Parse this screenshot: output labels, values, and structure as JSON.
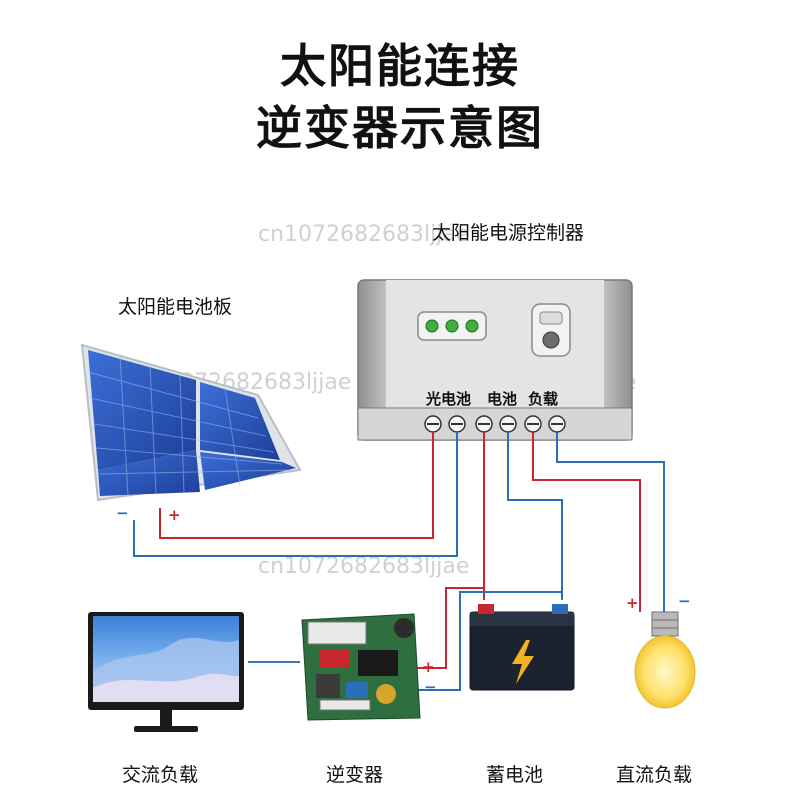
{
  "title": {
    "line1": "太阳能连接",
    "line2": "逆变器示意图"
  },
  "labels": {
    "controller": "太阳能电源控制器",
    "solar_panel": "太阳能电池板",
    "ac_load": "交流负载",
    "inverter": "逆变器",
    "battery": "蓄电池",
    "dc_load": "直流负载"
  },
  "controller_terminals": {
    "pv": "光电池",
    "battery": "电池",
    "load": "负载"
  },
  "poles": {
    "panel_negative": "−",
    "panel_positive": "+",
    "inverter_positive": "+",
    "inverter_negative": "−",
    "dc_load_positive": "+",
    "dc_load_negative": "−"
  },
  "watermark": "cn1072682683ljjae",
  "colors": {
    "positive_wire": "#c8282d",
    "negative_wire": "#2a6fb8",
    "ac_wire": "#3a7ab8"
  },
  "icons": {
    "solar_panel": "solar-panel-icon",
    "controller": "charge-controller-icon",
    "monitor": "monitor-icon",
    "inverter_board": "circuit-board-icon",
    "battery": "battery-icon",
    "bulb": "light-bulb-icon"
  }
}
